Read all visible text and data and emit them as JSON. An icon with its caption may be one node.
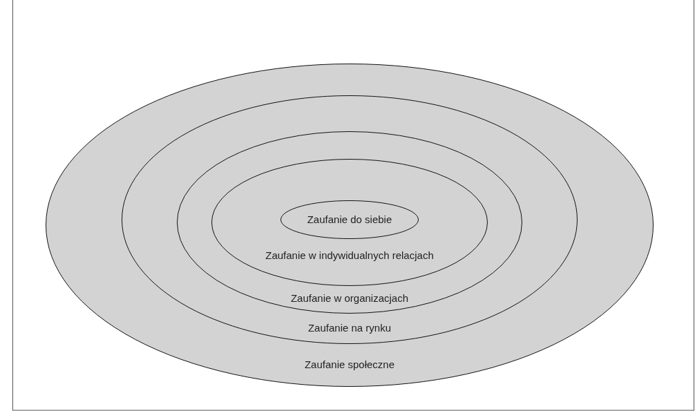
{
  "diagram": {
    "nodes": [
      {
        "text": [
          "Zaufanie społeczne"
        ]
      },
      {
        "text": [
          "Zaufanie na rynku"
        ],
        "in": 0
      },
      {
        "text": [
          "Zaufanie w organizacjach"
        ],
        "in": 1
      },
      {
        "text": [
          "Zaufanie w indywidualnych relacjach"
        ],
        "in": 2
      },
      {
        "text": [
          "Zaufanie do siebie"
        ],
        "in": 3
      }
    ]
  }
}
